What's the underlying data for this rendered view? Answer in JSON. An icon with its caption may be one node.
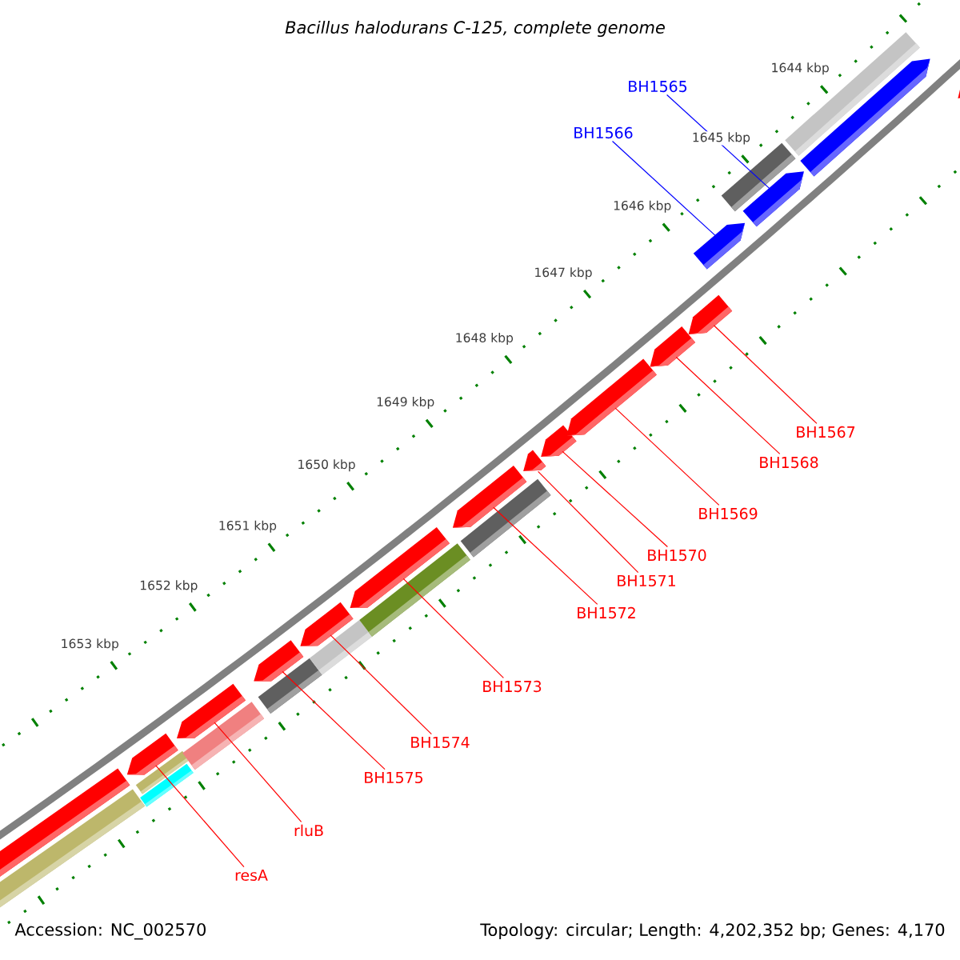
{
  "diagram": {
    "title": "Bacillus halodurans C-125, complete genome",
    "nodes": [
      {
        "text": [
          "BH1565"
        ]
      },
      {
        "text": [
          "BH1566"
        ]
      },
      {
        "text": [
          "BH1567"
        ]
      },
      {
        "text": [
          "BH1568"
        ]
      },
      {
        "text": [
          "BH1569"
        ]
      },
      {
        "text": [
          "BH1570"
        ]
      },
      {
        "text": [
          "BH1571"
        ]
      },
      {
        "text": [
          "BH1572"
        ]
      },
      {
        "text": [
          "BH1573"
        ]
      },
      {
        "text": [
          "BH1574"
        ]
      },
      {
        "text": [
          "BH1575"
        ]
      },
      {
        "text": [
          "rluB"
        ]
      },
      {
        "text": [
          "resA"
        ]
      },
      {
        "text": [],
        "shape": "arrow"
      },
      {
        "text": [],
        "shape": "arrow"
      },
      {
        "text": [],
        "shape": "arrow"
      },
      {
        "text": [],
        "shape": "arrow"
      },
      {
        "text": [],
        "shape": "arrow"
      },
      {
        "text": [],
        "shape": "arrow"
      },
      {
        "text": [],
        "shape": "arrow"
      },
      {
        "text": [],
        "shape": "arrow"
      },
      {
        "text": [],
        "shape": "arrow"
      },
      {
        "text": [],
        "shape": "arrow"
      },
      {
        "text": [],
        "shape": "arrow"
      },
      {
        "text": [],
        "shape": "arrow"
      },
      {
        "text": [],
        "shape": "arrow"
      },
      {
        "text": [],
        "shape": "arrow"
      },
      {
        "text": [],
        "shape": "arrow"
      },
      {
        "text": [],
        "shape": "arrow"
      }
    ],
    "edges": [
      {
        "from": 0,
        "to": 14,
        "arrow": "none",
        "color": "#0000ff"
      },
      {
        "from": 1,
        "to": 13,
        "arrow": "none",
        "color": "#0000ff"
      },
      {
        "from": 2,
        "to": 27,
        "arrow": "none"
      },
      {
        "from": 3,
        "to": 26,
        "arrow": "none"
      },
      {
        "from": 4,
        "to": 25,
        "arrow": "none"
      },
      {
        "from": 5,
        "to": 24,
        "arrow": "none"
      },
      {
        "from": 6,
        "to": 23,
        "arrow": "none"
      },
      {
        "from": 7,
        "to": 22,
        "arrow": "none"
      },
      {
        "from": 8,
        "to": 21,
        "arrow": "none"
      },
      {
        "from": 9,
        "to": 20,
        "arrow": "none"
      },
      {
        "from": 10,
        "to": 19,
        "arrow": "none"
      },
      {
        "from": 11,
        "to": 18,
        "arrow": "none"
      },
      {
        "from": 12,
        "to": 17,
        "arrow": "none"
      }
    ],
    "labels": [
      "1644 kbp",
      "1645 kbp",
      "1646 kbp",
      "1647 kbp",
      "1648 kbp",
      "1649 kbp",
      "1650 kbp",
      "1651 kbp",
      "1652 kbp",
      "1653 kbp",
      "Accession: NC_002570",
      "Topology: circular; Length: 4,202,352 bp; Genes: 4,170"
    ]
  }
}
